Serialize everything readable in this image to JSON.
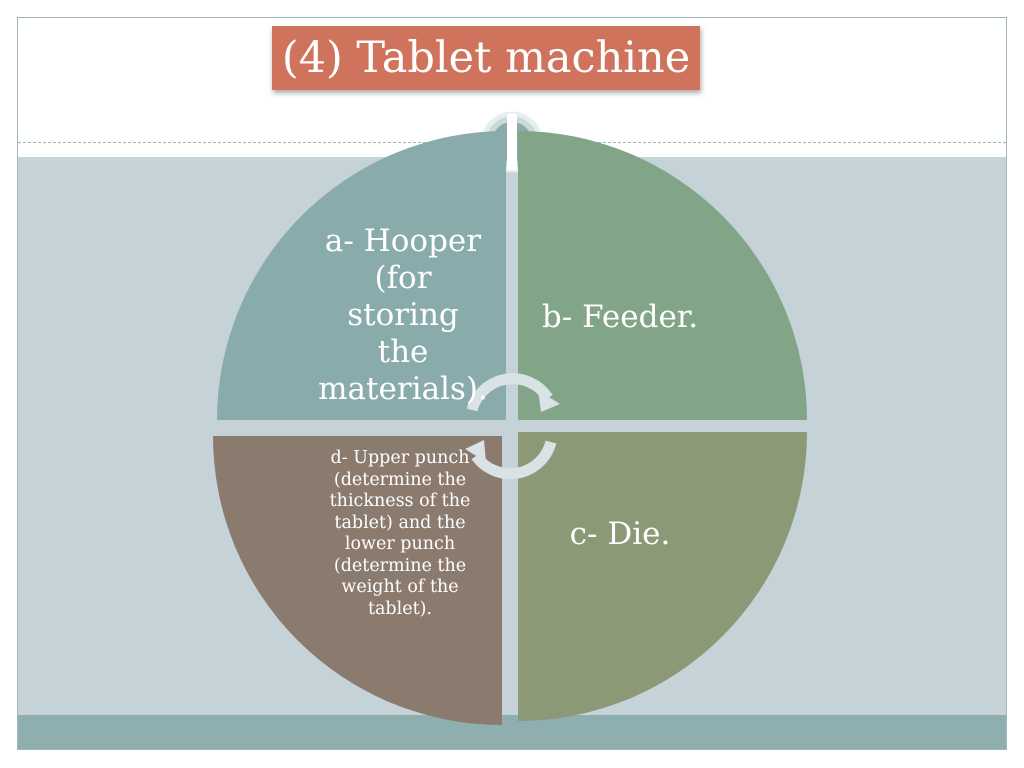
{
  "slide": {
    "title": "(4) Tablet machine"
  },
  "diagram": {
    "quadrants": [
      {
        "id": "a",
        "text": "a- Hooper (for storing the materials).",
        "color": "#8aabab"
      },
      {
        "id": "b",
        "text": "b- Feeder.",
        "color": "#83a587"
      },
      {
        "id": "c",
        "text": "c- Die.",
        "color": "#8c9976"
      },
      {
        "id": "d",
        "text": "d- Upper punch (determine the thickness of the tablet) and the lower punch (determine the weight of the tablet).",
        "color": "#8b7a6e"
      }
    ]
  },
  "colors": {
    "title_background": "#d0735c",
    "content_band": "#c5d3d8",
    "footer_band": "#8eaeb0",
    "cycle_arrows": "#d9e2e4"
  }
}
